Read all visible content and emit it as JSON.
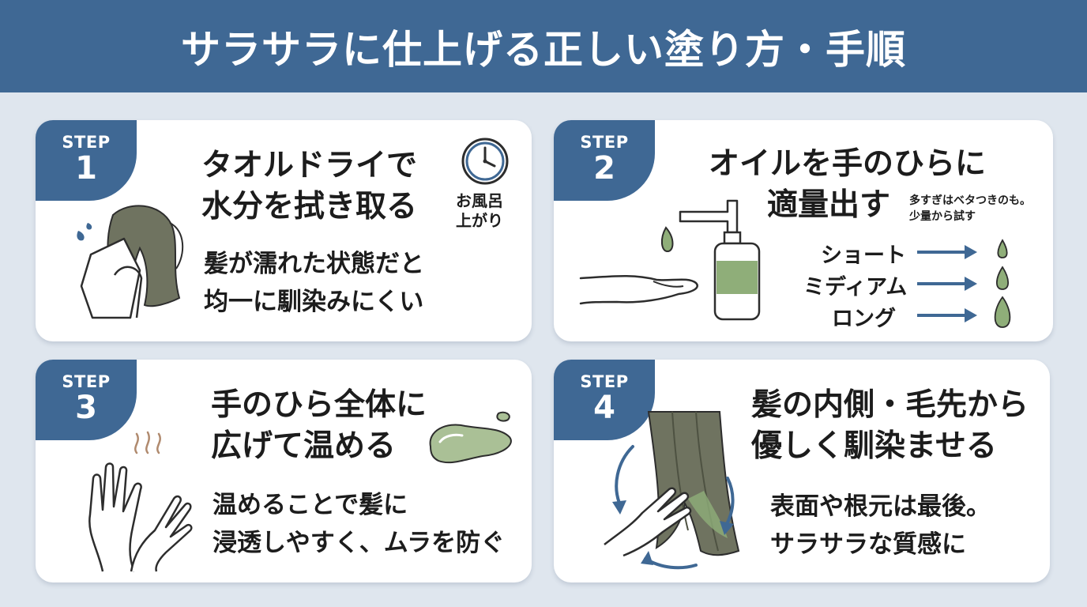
{
  "header": {
    "title": "サラサラに仕上げる正しい塗り方・手順"
  },
  "steps": [
    {
      "label": "STEP",
      "number": "1",
      "title_line1": "タオルドライで",
      "title_line2": "水分を拭き取る",
      "desc_line1": "髪が濡れた状態だと",
      "desc_line2": "均一に馴染みにくい",
      "clock_caption_line1": "お風呂",
      "clock_caption_line2": "上がり"
    },
    {
      "label": "STEP",
      "number": "2",
      "title_line1": "オイルを手のひらに",
      "title_line2": "適量出す",
      "note_line1": "多すぎはベタつきのも。",
      "note_line2": "少量から試す",
      "lengths": [
        {
          "label": "ショート",
          "amount": "small"
        },
        {
          "label": "ミディアム",
          "amount": "medium"
        },
        {
          "label": "ロング",
          "amount": "large"
        }
      ]
    },
    {
      "label": "STEP",
      "number": "3",
      "title_line1": "手のひら全体に",
      "title_line2": "広げて温める",
      "desc_line1": "温めることで髪に",
      "desc_line2": "浸透しやすく、ムラを防ぐ"
    },
    {
      "label": "STEP",
      "number": "4",
      "title_line1": "髪の内側・毛先から",
      "title_line2": "優しく馴染ませる",
      "desc_line1": "表面や根元は最後。",
      "desc_line2": "サラサラな質感に"
    }
  ],
  "colors": {
    "accent": "#3f6894",
    "background": "#dfe6ee",
    "card": "#ffffff",
    "oil_green": "#8fae79",
    "hair": "#6f7360",
    "arrow": "#3f6894"
  },
  "icons": {
    "step1": [
      "towel-drying-hair-icon",
      "clock-icon"
    ],
    "step2": [
      "pump-bottle-icon",
      "open-hand-icon",
      "oil-drop-icon"
    ],
    "step3": [
      "rubbing-hands-icon",
      "steam-icon",
      "oil-puddle-icon"
    ],
    "step4": [
      "hair-strand-icon",
      "hand-applying-icon",
      "circular-arrows-icon"
    ]
  }
}
